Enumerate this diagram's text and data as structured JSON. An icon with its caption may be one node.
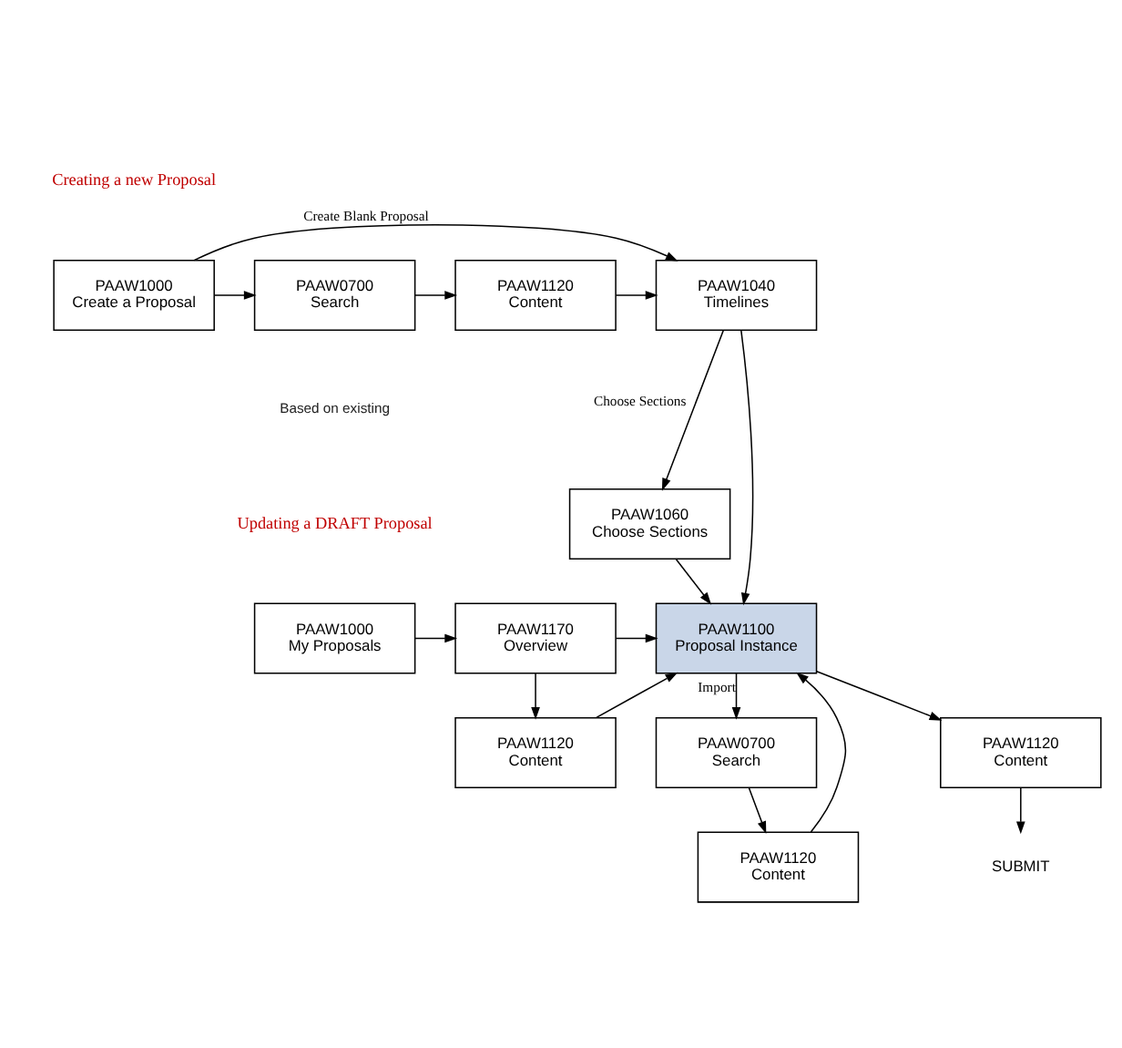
{
  "diagram": {
    "nodes": [
      {
        "text": [
          "PAAW1000",
          "Create a Proposal"
        ]
      },
      {
        "text": [
          "PAAW0700",
          "Search"
        ]
      },
      {
        "text": [
          "PAAW1120",
          "Content"
        ]
      },
      {
        "text": [
          "PAAW1040",
          "Timelines"
        ]
      },
      {
        "text": [
          "PAAW1060",
          "Choose Sections"
        ]
      },
      {
        "text": [
          "PAAW1000",
          "My Proposals"
        ]
      },
      {
        "text": [
          "PAAW1170",
          "Overview"
        ]
      },
      {
        "text": [
          "PAAW1100",
          "Proposal Instance"
        ]
      },
      {
        "text": [
          "PAAW1120",
          "Content"
        ]
      },
      {
        "text": [
          "PAAW0700",
          "Search"
        ]
      },
      {
        "text": [
          "PAAW1120",
          "Content"
        ]
      },
      {
        "text": [
          "PAAW1120",
          "Content"
        ]
      },
      {
        "text": [
          "SUBMIT"
        ]
      }
    ],
    "edges": [
      {
        "from": 0,
        "to": 3,
        "arrow": "to",
        "label": "Create Blank Proposal"
      },
      {
        "from": 0,
        "to": 1,
        "arrow": "to"
      },
      {
        "from": 1,
        "to": 2,
        "arrow": "to"
      },
      {
        "from": 2,
        "to": 3,
        "arrow": "to"
      },
      {
        "from": 3,
        "to": 4,
        "arrow": "to",
        "label": "Choose Sections"
      },
      {
        "from": 4,
        "to": 7,
        "arrow": "to"
      },
      {
        "from": 3,
        "to": 7,
        "arrow": "to"
      },
      {
        "from": 5,
        "to": 6,
        "arrow": "to"
      },
      {
        "from": 6,
        "to": 7,
        "arrow": "to"
      },
      {
        "from": 6,
        "to": 8,
        "arrow": "to"
      },
      {
        "from": 8,
        "to": 7,
        "arrow": "to"
      },
      {
        "from": 7,
        "to": 9,
        "arrow": "to",
        "label": "Import"
      },
      {
        "from": 9,
        "to": 10,
        "arrow": "to"
      },
      {
        "from": 10,
        "to": 7,
        "arrow": "to"
      },
      {
        "from": 7,
        "to": 11,
        "arrow": "to"
      },
      {
        "from": 11,
        "to": 12,
        "arrow": "to"
      }
    ],
    "labels": [
      "Creating a new Proposal",
      "Based on existing",
      "Updating a DRAFT Proposal"
    ]
  }
}
